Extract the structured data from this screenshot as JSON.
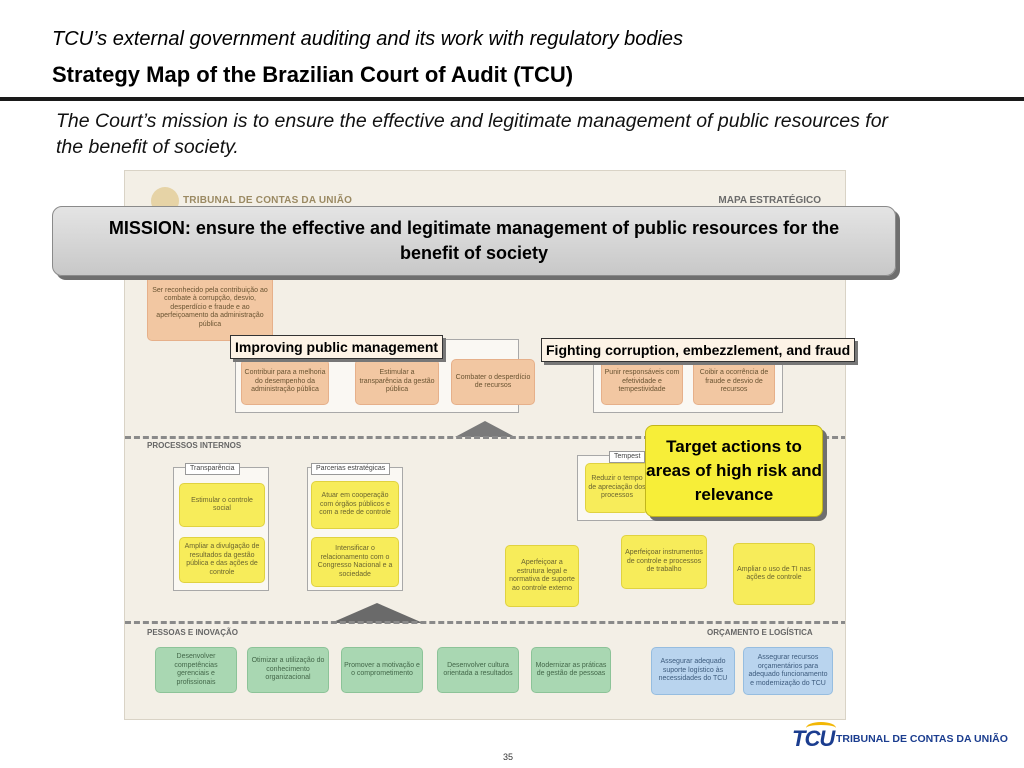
{
  "header": {
    "subtitle": "TCU’s external government auditing and its work with regulatory bodies",
    "title": "Strategy Map of the Brazilian Court of Audit (TCU)",
    "lead": "The Court’s mission is to ensure the effective and legitimate management of public resources for the benefit of society."
  },
  "map": {
    "brand": "TRIBUNAL DE CONTAS DA UNIÃO",
    "heading": "MAPA ESTRATÉGICO",
    "sections": {
      "internal": "PROCESSOS INTERNOS",
      "people": "PESSOAS E INOVAÇÃO",
      "budget": "ORÇAMENTO E LOGÍSTICA"
    },
    "groups": {
      "transparency": "Transparência",
      "partnerships": "Parcerias estratégicas",
      "timeliness": "Tempest"
    },
    "nodes": {
      "recognition": "Ser reconhecido pela contribuição ao combate à corrupção, desvio, desperdício e fraude e ao aperfeiçoamento da administração pública",
      "contribute": "Contribuir para a melhoria do desempenho da administração pública",
      "stimulate": "Estimular a transparência da gestão pública",
      "combat": "Combater o desperdício de recursos",
      "responsible": "Punir responsáveis com efetividade e tempestividade",
      "curb": "Coibir a ocorrência de fraude e desvio de recursos",
      "social_control": "Estimular o controle social",
      "disclosure": "Ampliar a divulgação de resultados da gestão pública e das ações de controle",
      "cooperation": "Atuar em cooperação com órgãos públicos e com a rede de controle",
      "congress": "Intensificar o relacionamento com o Congresso Nacional e a sociedade",
      "reduce_time": "Reduzir o tempo de apreciação dos processos",
      "legal": "Aperfeiçoar a estrutura legal e normativa de suporte ao controle externo",
      "instruments": "Aperfeiçoar instrumentos de controle e processos de trabalho",
      "it": "Ampliar o uso de TI nas ações de controle",
      "competencies": "Desenvolver competências gerenciais e profissionais",
      "knowledge": "Otimizar a utilização do conhecimento organizacional",
      "motivation": "Promover a motivação e o comprometimento",
      "culture": "Desenvolver cultura orientada a resultados",
      "hr": "Modernizar as práticas de gestão de pessoas",
      "logistics": "Assegurar adequado suporte logístico às necessidades do TCU",
      "budget_res": "Assegurar recursos orçamentários para adequado funcionamento e modernização do TCU"
    }
  },
  "callouts": {
    "mission": "MISSION: ensure the effective and legitimate management of public resources for the benefit of society",
    "improving": "Improving public management",
    "fighting": "Fighting corruption, embezzlement, and fraud",
    "target": "Target actions to areas of high risk and relevance"
  },
  "footer": {
    "page_number": "35",
    "logo_mark": "TCU",
    "logo_name": "TRIBUNAL DE CONTAS DA UNIÃO"
  }
}
